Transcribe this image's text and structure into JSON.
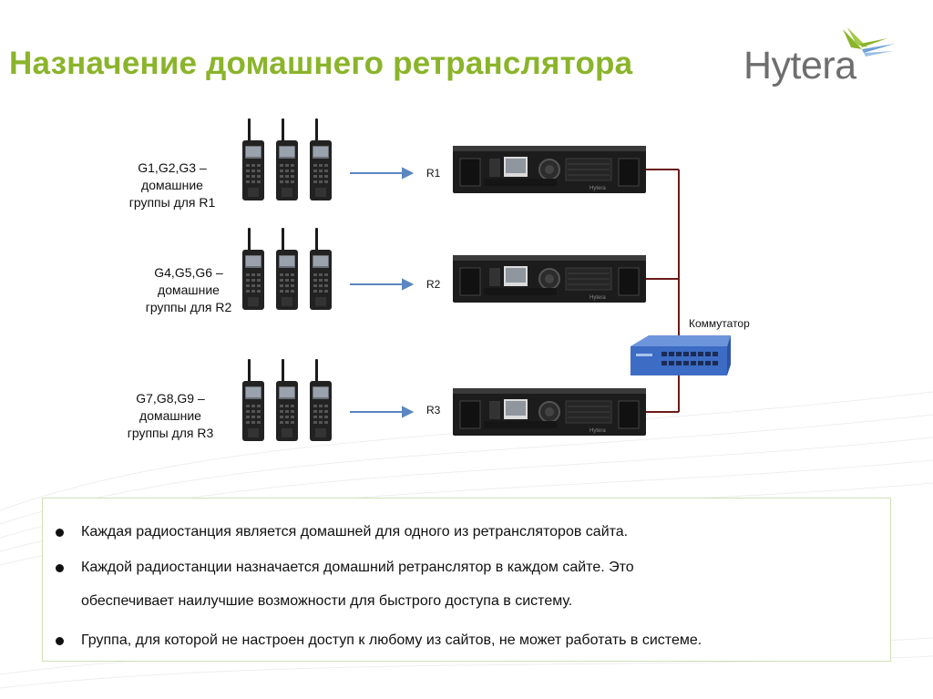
{
  "title": "Назначение домашнего ретранслятора",
  "logo": {
    "text": "Hytera",
    "brand_color": "#6e6e6e",
    "accent_color": "#8ab42a"
  },
  "title_color": "#8ab42a",
  "groups": [
    {
      "line1": "G1,G2,G3 –",
      "line2": "домашние",
      "line3": "группы для R1"
    },
    {
      "line1": "G4,G5,G6 –",
      "line2": "домашние",
      "line3": "группы для R2"
    },
    {
      "line1": "G7,G8,G9 –",
      "line2": "домашние",
      "line3": "группы для R3"
    }
  ],
  "repeaters": [
    "R1",
    "R2",
    "R3"
  ],
  "switch_label": "Коммутатор",
  "device_brand": "Hytera",
  "bullets": [
    {
      "lines": [
        "Каждая радиостанция является домашней для одного из ретрансляторов сайта."
      ]
    },
    {
      "lines": [
        "Каждой радиостанции назначается домашний ретранслятор в каждом сайте. Это",
        "обеспечивает наилучшие возможности для быстрого доступа в систему."
      ]
    },
    {
      "lines": [
        "Группа, для которой не настроен доступ к любому из сайтов, не может работать в системе."
      ]
    }
  ],
  "colors": {
    "arrow": "#5b86c0",
    "cable": "#6b1a1a",
    "switch": "#3d6cc4"
  }
}
